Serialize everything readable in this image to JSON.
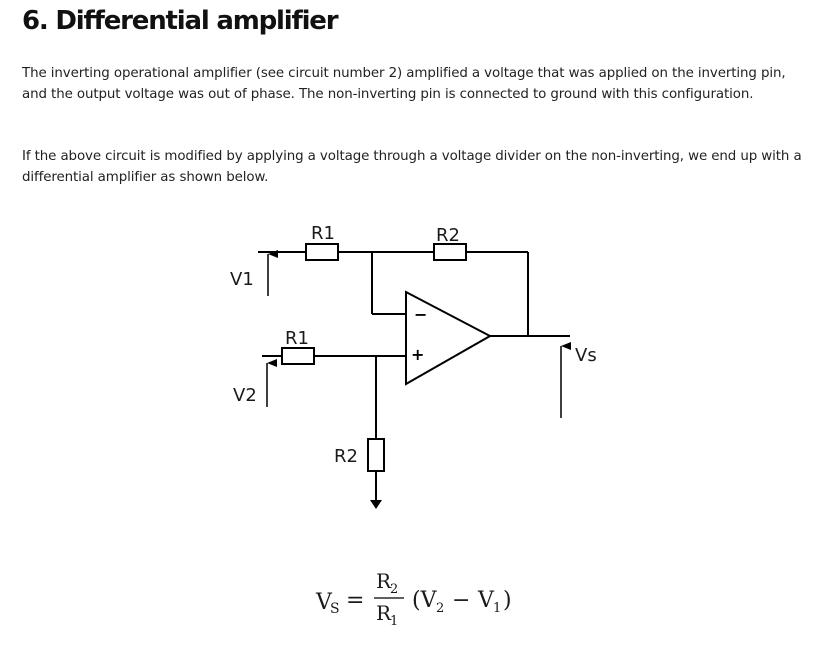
{
  "heading": "6. Differential amplifier",
  "paragraphs": [
    "The inverting operational amplifier (see circuit number 2) amplified a voltage that was applied on the inverting pin, and the output voltage was out of phase. The non-inverting pin is connected to ground with this configuration.",
    "If the above circuit is modified by applying a voltage through a voltage divider on the non-inverting, we end up with a differential amplifier as shown below."
  ],
  "circuit": {
    "r1_top": "R1",
    "r2_top": "R2",
    "r1_mid": "R1",
    "r2_bottom": "R2",
    "input_1": "V1",
    "input_2": "V2",
    "output": "Vs",
    "inverting_sign": "−",
    "noninverting_sign": "+"
  },
  "formula": {
    "lhs": "V",
    "lhs_sub": "S",
    "equals": "=",
    "num": "R",
    "num_sub": "2",
    "den": "R",
    "den_sub": "1",
    "open": "(V",
    "term1_sub": "2",
    "minus": "−",
    "term2": "V",
    "term2_sub": "1",
    "close": ")"
  }
}
